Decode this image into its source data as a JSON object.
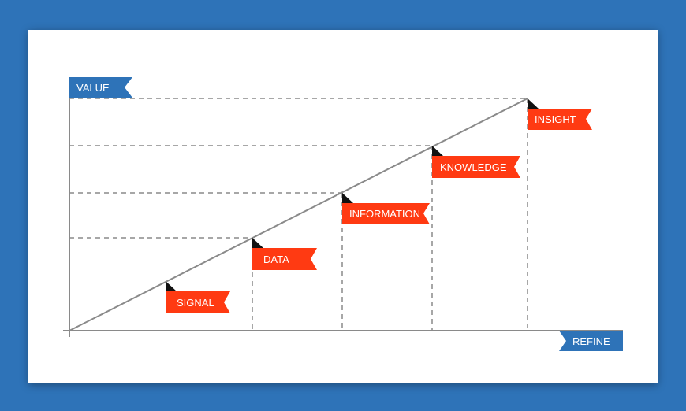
{
  "axes": {
    "y_label": "VALUE",
    "x_label": "REFINE"
  },
  "stages": [
    {
      "label": "SIGNAL"
    },
    {
      "label": "DATA"
    },
    {
      "label": "INFORMATION"
    },
    {
      "label": "KNOWLEDGE"
    },
    {
      "label": "INSIGHT"
    }
  ],
  "colors": {
    "background": "#2e73b8",
    "slide": "#ffffff",
    "axis_flag": "#2e73b8",
    "stage_flag": "#ff3a12",
    "flag_tip": "#111111",
    "lines": "#8a8a8a"
  }
}
